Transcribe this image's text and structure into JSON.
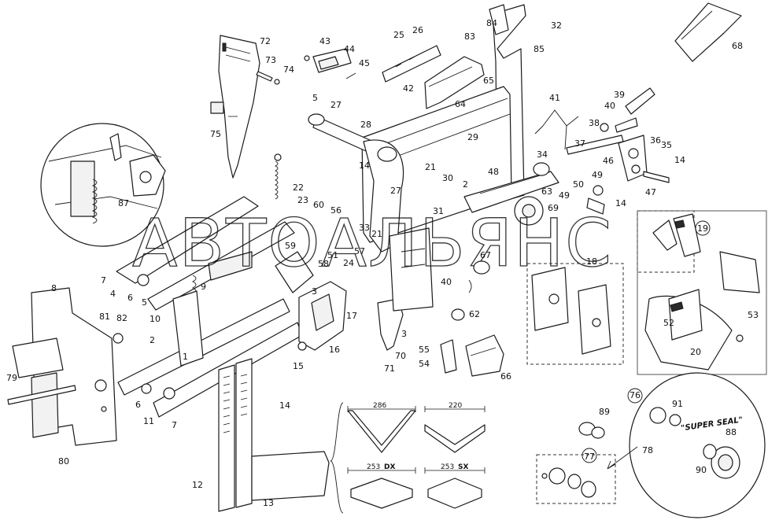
{
  "watermark": "АВТОАЛЬЯНС",
  "disc_label": "\"SUPER SEAL\"",
  "dimensions": [
    "286",
    "220",
    "253",
    "DX",
    "253",
    "SX"
  ],
  "callouts": [
    "72",
    "73",
    "74",
    "75",
    "43",
    "44",
    "45",
    "25",
    "26",
    "42",
    "65",
    "64",
    "84",
    "83",
    "32",
    "85",
    "68",
    "5",
    "27",
    "28",
    "41",
    "39",
    "40",
    "38",
    "37",
    "36",
    "35",
    "34",
    "46",
    "14",
    "47",
    "49",
    "50",
    "49",
    "14",
    "29",
    "21",
    "30",
    "2",
    "48",
    "14",
    "27",
    "31",
    "63",
    "69",
    "22",
    "23",
    "60",
    "56",
    "33",
    "21",
    "59",
    "51",
    "58",
    "24",
    "57",
    "87",
    "7",
    "4",
    "6",
    "5",
    "9",
    "8",
    "10",
    "2",
    "1",
    "81",
    "82",
    "79",
    "80",
    "6",
    "11",
    "7",
    "3",
    "17",
    "16",
    "15",
    "40",
    "67",
    "62",
    "3",
    "55",
    "54",
    "71",
    "70",
    "66",
    "12",
    "13",
    "14",
    "18",
    "19",
    "52",
    "53",
    "20",
    "76",
    "91",
    "88",
    "78",
    "90",
    "89",
    "77"
  ]
}
